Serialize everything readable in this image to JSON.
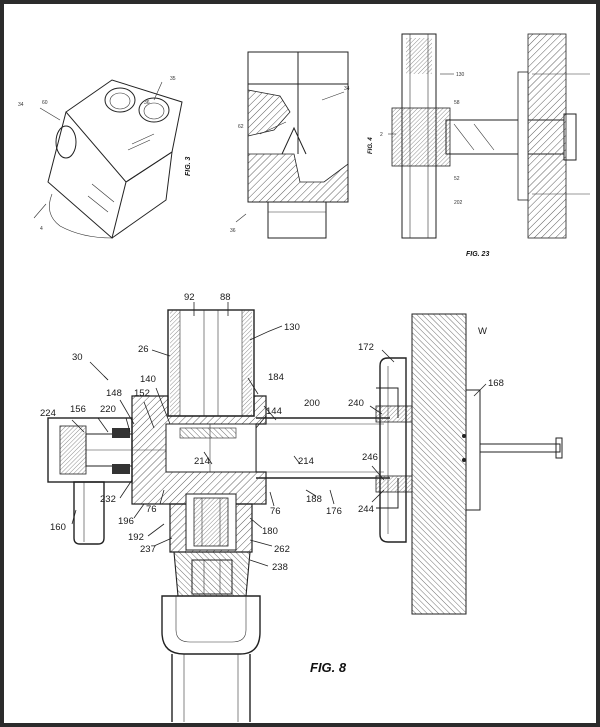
{
  "figures": {
    "fig3": {
      "caption": "FIG. 3",
      "refs": [
        "34",
        "36",
        "35",
        "60",
        "4"
      ]
    },
    "fig4": {
      "caption": "FIG. 4",
      "refs": [
        "34",
        "62",
        "36"
      ]
    },
    "fig23": {
      "caption": "FIG. 23",
      "refs": [
        "130",
        "58",
        "52",
        "202",
        "2"
      ]
    },
    "fig8": {
      "caption": "FIG. 8",
      "refs": {
        "r92": "92",
        "r88": "88",
        "r130": "130",
        "r30": "30",
        "r26": "26",
        "r172": "172",
        "rW": "W",
        "r184": "184",
        "r168": "168",
        "r140": "140",
        "r148": "148",
        "r152": "152",
        "r200": "200",
        "r240": "240",
        "r224": "224",
        "r156": "156",
        "r220": "220",
        "r144": "144",
        "r214a": "214",
        "r214b": "214",
        "r246": "246",
        "r232": "232",
        "r76a": "76",
        "r76b": "76",
        "r188": "188",
        "r176": "176",
        "r244": "244",
        "r160": "160",
        "r196": "196",
        "r180": "180",
        "r192": "192",
        "r237": "237",
        "r262": "262",
        "r238": "238"
      }
    }
  },
  "colors": {
    "frame": "#2b2b2b",
    "paper": "#ffffff",
    "ink": "#222222"
  }
}
